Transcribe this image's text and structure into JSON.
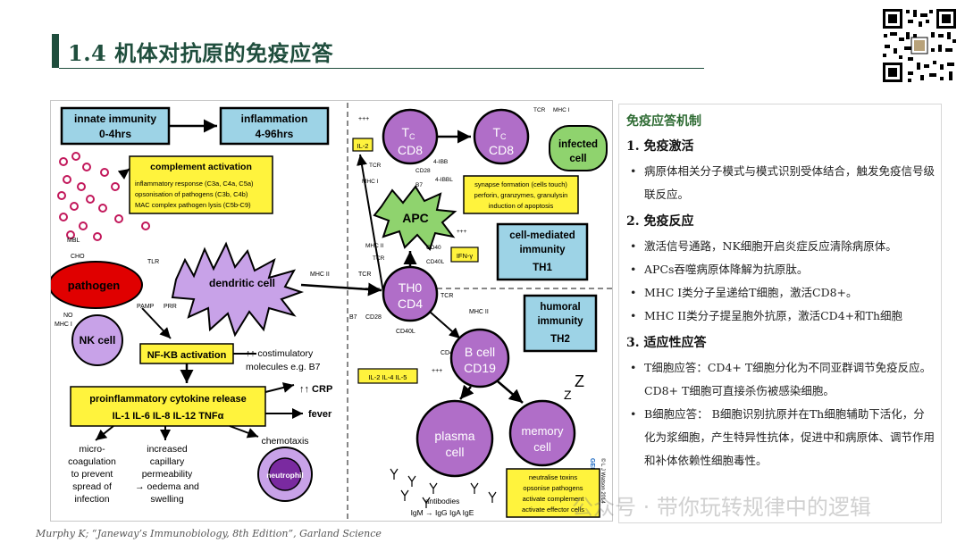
{
  "slide": {
    "title": "1.4 机体对抗原的免疫应答",
    "source": "Murphy K; “Janeway’s Immunobiology, 8th Edition”, Garland Science",
    "watermark": "公众号 · 带你玩转规律中的逻辑"
  },
  "diagram": {
    "innate_box": [
      "innate immunity",
      "0-4hrs"
    ],
    "inflammation_box": [
      "inflammation",
      "4-96hrs"
    ],
    "complement_title": "complement activation",
    "complement_items": [
      "inflammatory response (C3a, C4a, C5a)",
      "opsonisation of pathogens (C3b, C4b)",
      "MAC complex pathogen lysis (C5b-C9)"
    ],
    "pathogen": "pathogen",
    "dendritic_cell": "dendritic cell",
    "nk_cell": "NK cell",
    "nfkb": "NF-KB activation",
    "costim": [
      "↑↑ costimulatory",
      "molecules e.g. B7"
    ],
    "cytokine_title": "proinflammatory cytokine release",
    "cytokine_list": "IL-1  IL-6  IL-8  IL-12  TNFα",
    "crp": "↑↑ CRP",
    "fever": "fever",
    "micro": [
      "micro-",
      "coagulation",
      "to prevent",
      "spread of",
      "infection"
    ],
    "capillary": [
      "increased",
      "capillary",
      "permeability",
      "→ oedema and",
      "swelling"
    ],
    "chemotaxis": "chemotaxis",
    "neutrophil": "neutrophil",
    "tc_main": "T",
    "tc_sub": "C",
    "tc_cd8": "CD8",
    "infected_cell": [
      "infected",
      "cell"
    ],
    "synapse_lines": [
      "synapse formation (cells touch)",
      "perforin, granzymes, granulysin",
      "induction of apoptosis"
    ],
    "apc": "APC",
    "il2": "IL-2",
    "ifn": "IFN-γ",
    "cell_mediated": [
      "cell-mediated",
      "immunity",
      "TH1"
    ],
    "th0": [
      "TH0",
      "CD4"
    ],
    "humoral": [
      "humoral",
      "immunity",
      "TH2"
    ],
    "b_cell": [
      "B cell",
      "CD19"
    ],
    "il_row": "IL-2  IL-4  IL-5",
    "plasma": [
      "plasma",
      "cell"
    ],
    "memory": [
      "memory",
      "cell"
    ],
    "antibodies": "antibodies",
    "ig_row": "IgM → IgG  IgA  IgE",
    "functions": [
      "neutralise toxins",
      "opsonise pathogens",
      "activate complement",
      "activate effector cells"
    ],
    "labels": {
      "mbl": "MBL",
      "cho": "CHO",
      "tlr": "TLR",
      "pamp": "PAMP",
      "prr": "PRR",
      "no": "NO",
      "mhc1": "MHC I",
      "mhc2": "MHC II",
      "tcr": "TCR",
      "b7": "B7",
      "cd28": "CD28",
      "cd40": "CD40",
      "cd40l": "CD40L",
      "ibb": "4-IBB",
      "ibbl": "4-IBBL",
      "plus": "+++",
      "geeky": "GEEKY MEDICS",
      "copyright": "© L J Watson 2014"
    }
  },
  "panel": {
    "heading": "免疫应答机制",
    "sections": [
      {
        "title": "1. 免疫激活",
        "bullets": [
          "病原体相关分子模式与模式识别受体结合，触发免疫信号级联反应。"
        ]
      },
      {
        "title": "2. 免疫反应",
        "bullets": [
          "激活信号通路，NK细胞开启炎症反应清除病原体。",
          "APCs吞噬病原体降解为抗原肽。",
          "MHC I类分子呈递给T细胞，激活CD8+。",
          "MHC II类分子提呈胞外抗原，激活CD4+和Th细胞"
        ]
      },
      {
        "title": "3. 适应性应答",
        "bullets": [
          "T细胞应答：CD4+ T细胞分化为不同亚群调节免疫反应。CD8+ T细胞可直接杀伤被感染细胞。",
          "B细胞应答： B细胞识别抗原并在Th细胞辅助下活化，分化为浆细胞，产生特异性抗体，促进中和病原体、调节作用和补体依赖性细胞毒性。"
        ]
      }
    ]
  }
}
